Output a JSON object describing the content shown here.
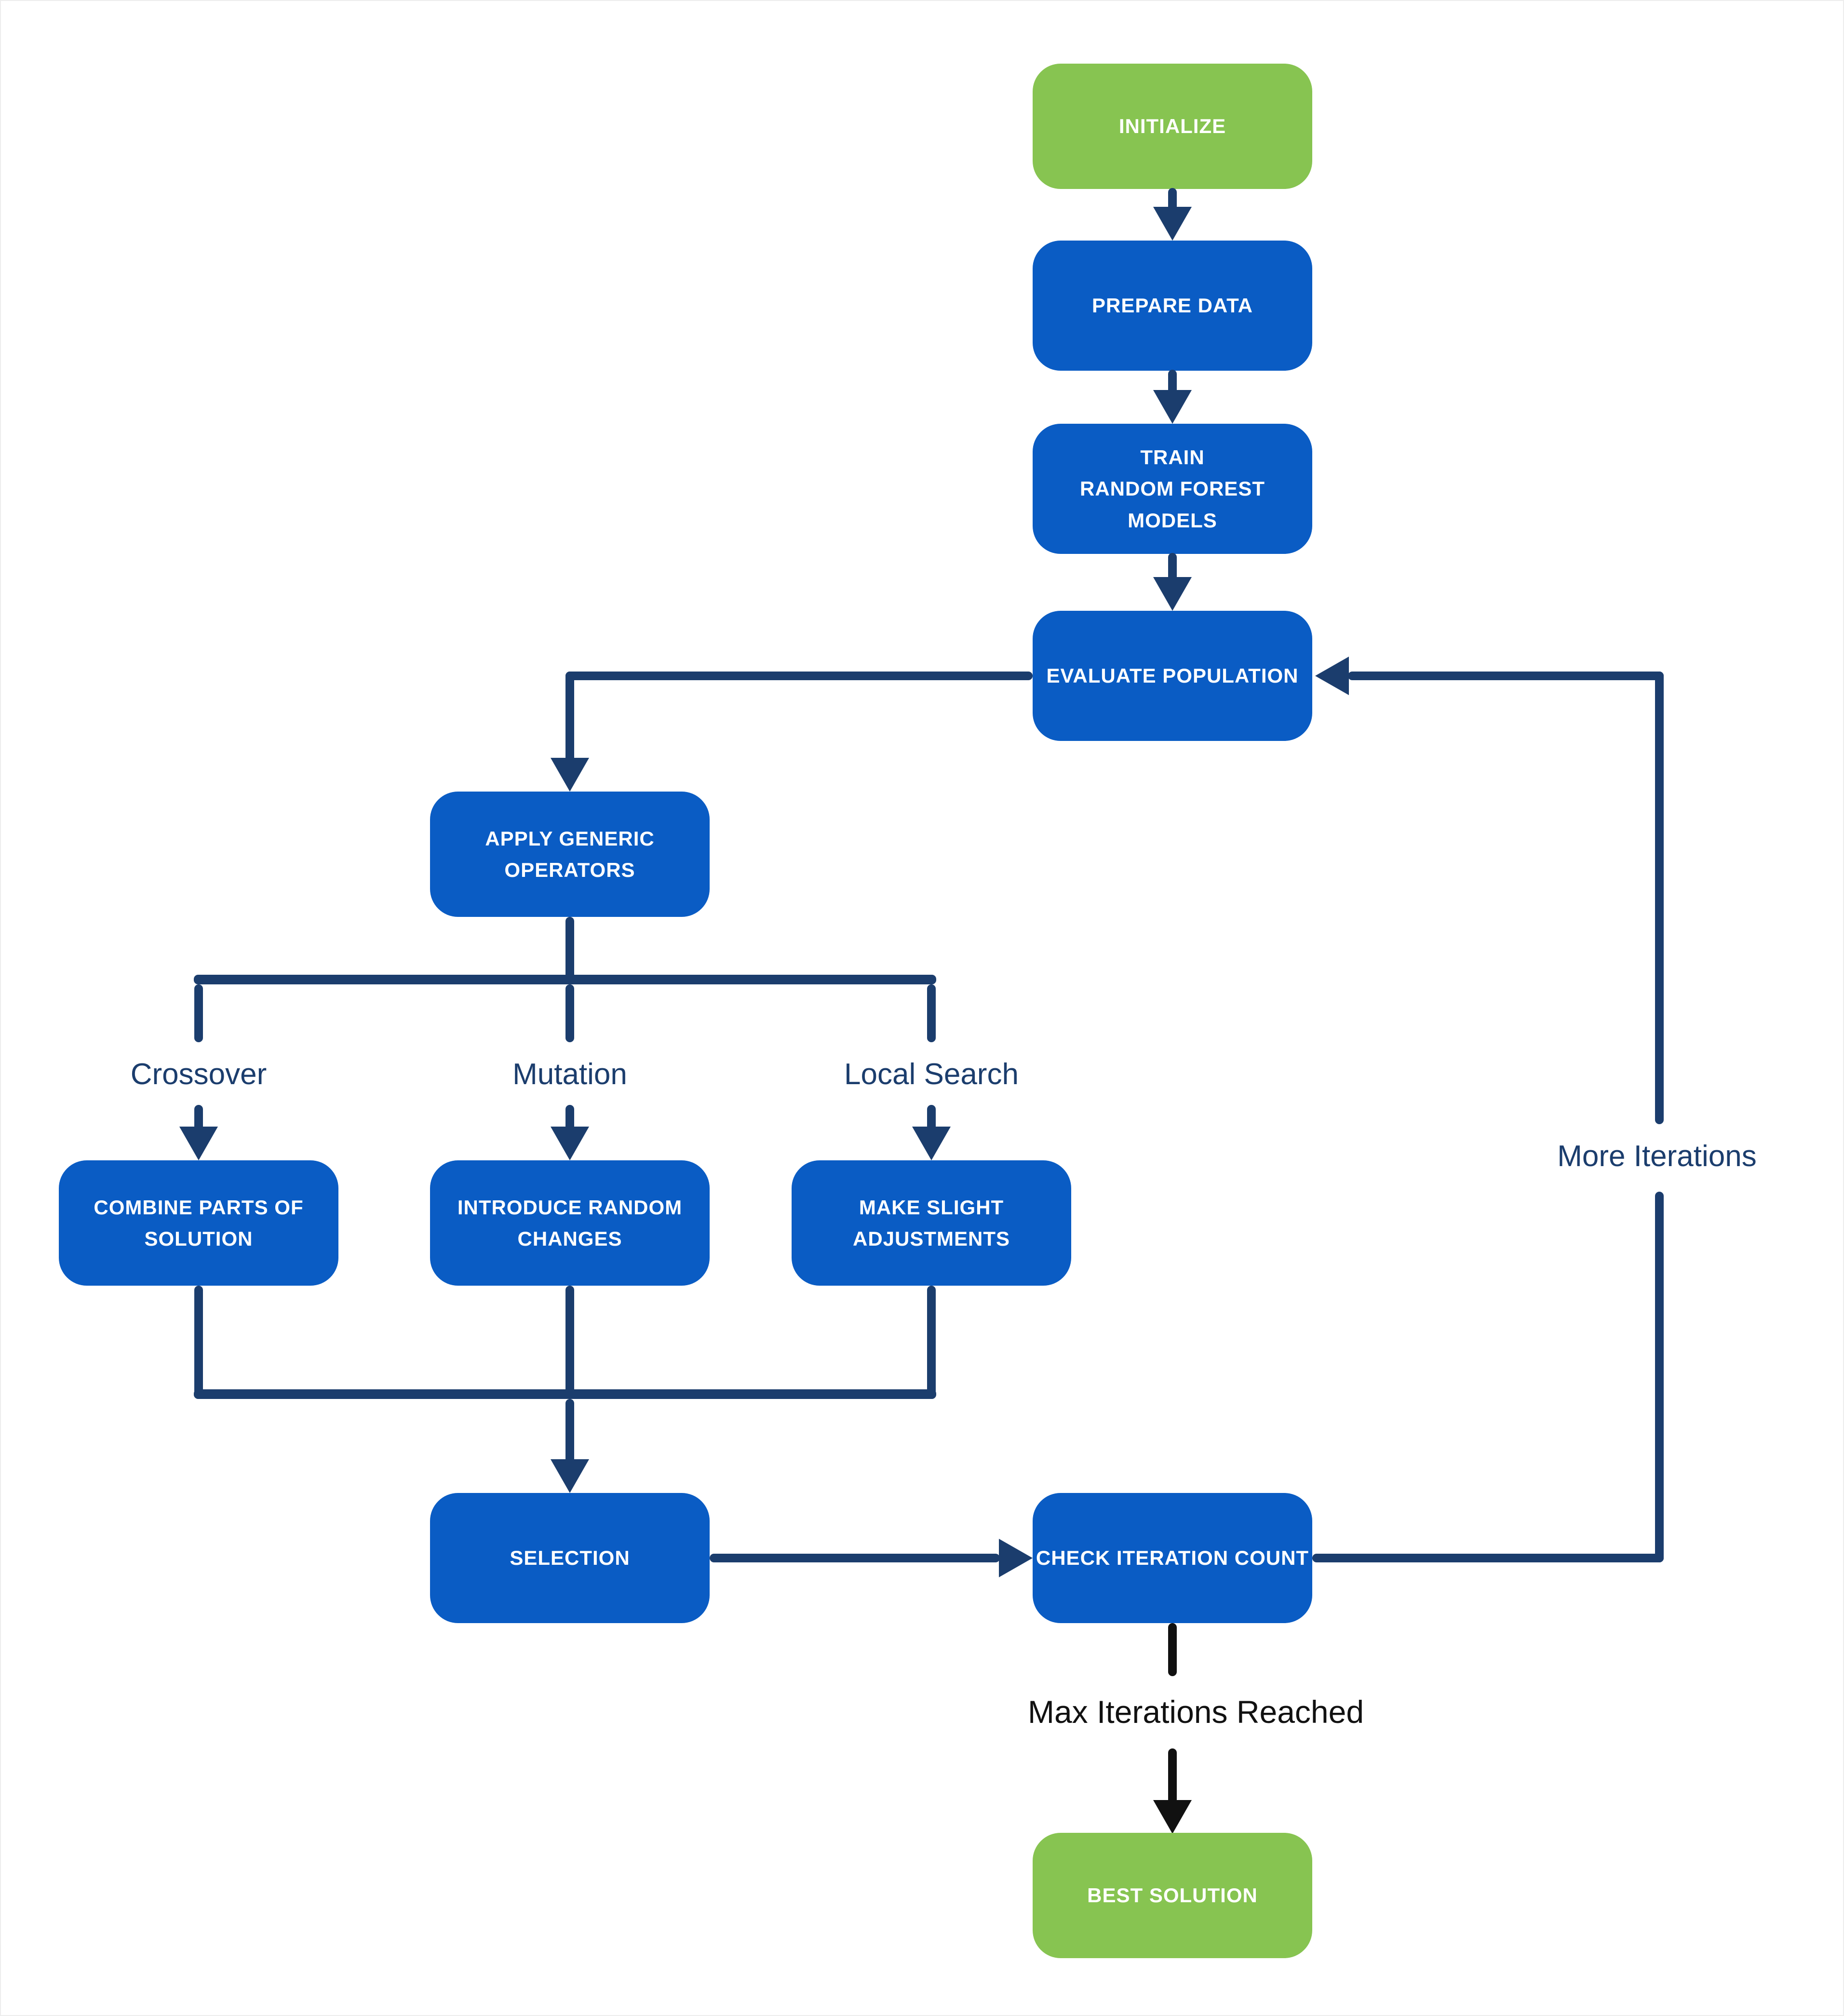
{
  "diagram": {
    "nodes": {
      "initialize": {
        "label": "INITIALIZE",
        "type": "terminal-start"
      },
      "prepare_data": {
        "label": "PREPARE DATA",
        "type": "process"
      },
      "train_models": {
        "label": "TRAIN\nRANDOM FOREST\nMODELS",
        "type": "process"
      },
      "evaluate_population": {
        "label": "EVALUATE POPULATION",
        "type": "process"
      },
      "apply_generic_operators": {
        "label": "APPLY GENERIC\nOPERATORS",
        "type": "process"
      },
      "combine_parts": {
        "label": "COMBINE PARTS OF\nSOLUTION",
        "type": "process"
      },
      "introduce_random": {
        "label": "INTRODUCE RANDOM\nCHANGES",
        "type": "process"
      },
      "make_slight": {
        "label": "MAKE SLIGHT\nADJUSTMENTS",
        "type": "process"
      },
      "selection": {
        "label": "SELECTION",
        "type": "process"
      },
      "check_iteration": {
        "label": "CHECK ITERATION COUNT",
        "type": "process"
      },
      "best_solution": {
        "label": "BEST SOLUTION",
        "type": "terminal-end"
      }
    },
    "edge_labels": {
      "crossover": "Crossover",
      "mutation": "Mutation",
      "local_search": "Local Search",
      "more_iterations": "More Iterations",
      "max_iterations_reached": "Max Iterations Reached"
    },
    "colors": {
      "process_fill": "#0A5CC4",
      "terminal_fill": "#87C451",
      "edge": "#1B3D6D",
      "edge_final": "#111111",
      "node_text": "#FFFFFF",
      "background": "#FFFFFF"
    }
  }
}
